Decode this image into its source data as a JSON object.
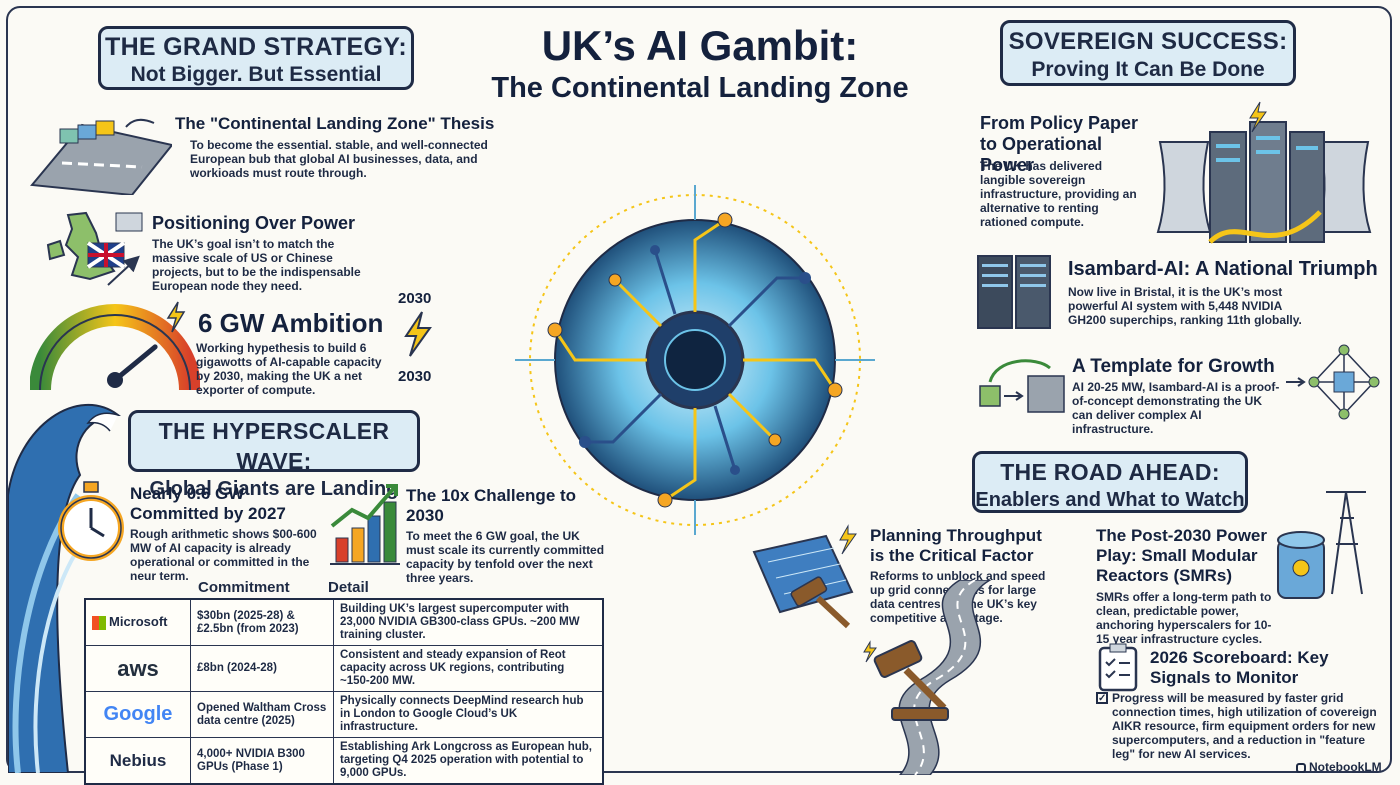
{
  "title": {
    "line1": "UK’s AI Gambit:",
    "line2": "The Continental Landing Zone"
  },
  "grand_strategy": {
    "banner1": "THE GRAND STRATEGY:",
    "banner2": "Not Bigger. But Essential",
    "thesis_title": "The \"Continental Landing Zone\" Thesis",
    "thesis_body": "To become the essential. stable, and well-connected European bub that global AI businesses, data, and workioads must route through.",
    "positioning_title": "Positioning Over Power",
    "positioning_body": "The UK’s goal isn’t to match the massive scale of US or Chinese projects, but to be the indispensable European node they need.",
    "ambition_title": "6 GW Ambition",
    "ambition_body": "Working hypethesis to build 6 gigawotts of AI-capable capacity by 2030, making the UK a net exporter of compute.",
    "year_top": "2030",
    "year_bottom": "2030",
    "gauge_level": 0.78
  },
  "hyperscaler": {
    "banner1": "THE HYPERSCALER WAVE:",
    "banner2": "Global Giants are Landing",
    "committed_title": "Nearly 0.6 GW Committed by 2027",
    "committed_body": "Rough arithmetic shows $00-600 MW of AI capacity is already operational or committed in the neur term.",
    "challenge_title": "The 10x Challenge to 2030",
    "challenge_body": "To meet the 6 GW goal, the UK must scale its currently committed capacity by tenfold over the next three years.",
    "col_commitment": "Commitment",
    "col_detail": "Detail",
    "rows": [
      {
        "company": "Microsoft",
        "commitment": "$30bn (2025-28) & £2.5bn (from 2023)",
        "detail": "Building UK’s largest supercomputer with 23,000 NVIDIA GB300-class GPUs. ~200 MW training cluster."
      },
      {
        "company": "aws",
        "commitment": "£8bn (2024-28)",
        "detail": "Consistent and steady expansion of Reot capacity across UK regions, contributing ~150-200 MW."
      },
      {
        "company": "Google",
        "commitment": "Opened Waltham Cross data centre (2025)",
        "detail": "Physically connects DeepMind research hub in London to Google Cloud’s UK infrastructure."
      },
      {
        "company": "Nebius",
        "commitment": "4,000+ NVIDIA B300 GPUs (Phase 1)",
        "detail": "Establishing Ark Longcross as European hub, targeting Q4 2025 operation with potential to 9,000 GPUs."
      }
    ]
  },
  "sovereign": {
    "banner1": "SOVEREIGN SUCCESS:",
    "banner2": "Proving It Can Be Done",
    "policy_title": "From Policy Paper to Operational Power",
    "policy_body": "The UK has delivered langible sovereign infrastructure, providing an alternative to renting rationed compute.",
    "isambard_title": "Isambard-AI: A National Triumph",
    "isambard_body": "Now live in Bristal, it is the UK’s most powerful AI system with 5,448 NVIDIA GH200 superchips, ranking 11th globally.",
    "template_title": "A Template for Growth",
    "template_body": "AI 20-25 MW, Isambard-AI is a proof-of-concept demonstrating the UK can deliver complex AI infrastructure."
  },
  "road_ahead": {
    "banner1": "THE ROAD AHEAD:",
    "banner2": "Enablers and What to Watch",
    "planning_title": "Planning Throughput is the Critical Factor",
    "planning_body": "Reforms to unblock and speed up grid connections for large data centres are the UK’s key competitive advantage.",
    "smr_title": "The Post-2030 Power Play: Small Modular Reactors (SMRs)",
    "smr_body": "SMRs offer a long-term path to clean, predictable power, anchoring hyperscalers for 10-15 year infrastructure cycles.",
    "scoreboard_title": "2026 Scoreboard: Key Signals to Monitor",
    "scoreboard_body": "Progress will be measured by faster grid connection times, high utilization of covereign AIKR resource, firm equipment orders for new supercomputers, and a reduction in \"feature leg\" for new AI services."
  },
  "footer": {
    "brand": "NotebookLM"
  },
  "icons": [
    "runway-icon",
    "uk-map-icon",
    "gauge-icon",
    "lightning-icon",
    "wave-icon",
    "stopwatch-icon",
    "growth-chart-icon",
    "ai-chip-globe-icon",
    "data-center-icon",
    "server-rack-icon",
    "network-cube-icon",
    "blueprint-gavel-icon",
    "gavel-icon",
    "smr-reactor-icon",
    "checklist-icon"
  ],
  "colors": {
    "navy": "#1f2b46",
    "banner": "#dcecf5",
    "accent_yellow": "#f5c518",
    "wave_blue": "#2f6fb0",
    "chip_glow": "#6cc3e8"
  }
}
